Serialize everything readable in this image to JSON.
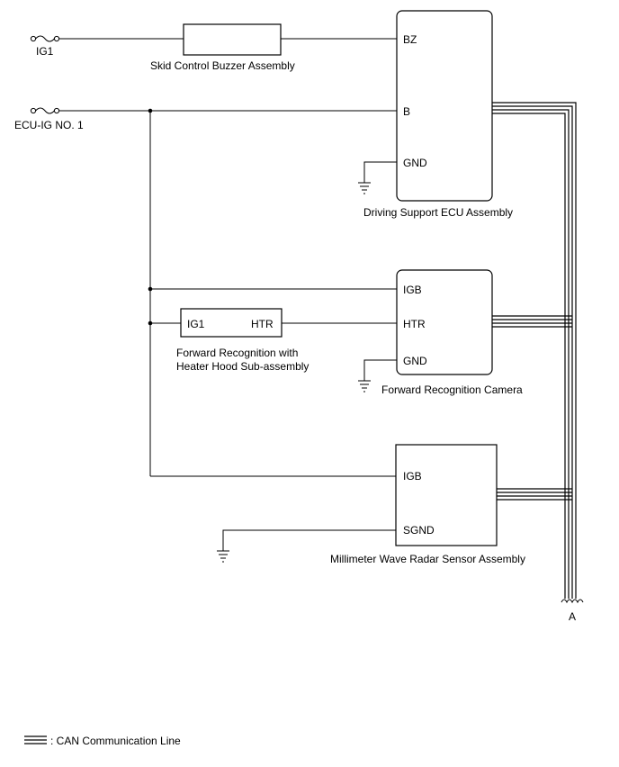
{
  "power_sources": {
    "ig1": "IG1",
    "ecu_ig": "ECU-IG NO. 1"
  },
  "components": {
    "buzzer": "Skid Control Buzzer Assembly",
    "ecu": "Driving Support ECU Assembly",
    "heater_line1": "Forward Recognition with",
    "heater_line2": "Heater Hood Sub-assembly",
    "camera": "Forward Recognition Camera",
    "radar": "Millimeter Wave Radar Sensor Assembly"
  },
  "pins": {
    "ecu_bz": "BZ",
    "ecu_b": "B",
    "ecu_gnd": "GND",
    "camera_igb": "IGB",
    "camera_htr": "HTR",
    "camera_gnd": "GND",
    "heater_ig1": "IG1",
    "heater_htr": "HTR",
    "radar_igb": "IGB",
    "radar_sgnd": "SGND"
  },
  "connector": "A",
  "legend": {
    "text": ": CAN Communication Line"
  }
}
